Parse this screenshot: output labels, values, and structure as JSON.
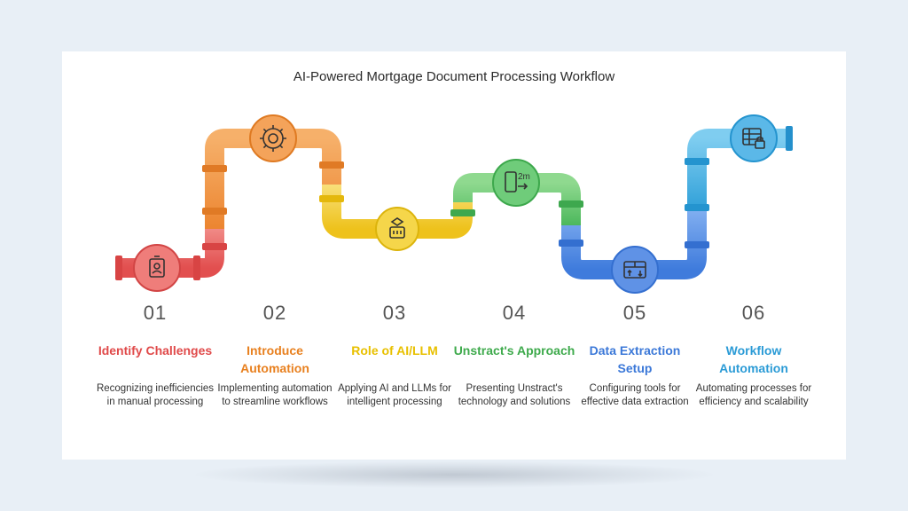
{
  "title": "AI-Powered Mortgage Document Processing Workflow",
  "colors": {
    "red": "#e85d5d",
    "orange": "#f0903a",
    "yellow": "#f2cf2a",
    "green": "#5ac26a",
    "blue": "#4a86e0",
    "cyan": "#3aa6dc"
  },
  "steps": [
    {
      "num": "01",
      "title": "Identify Challenges",
      "desc": "Recognizing inefficiencies in manual processing",
      "color": "#e04a4a",
      "icon": "id-badge-icon"
    },
    {
      "num": "02",
      "title": "Introduce Automation",
      "desc": "Implementing automation to streamline workflows",
      "color": "#e8801f",
      "icon": "gear-megaphone-icon"
    },
    {
      "num": "03",
      "title": "Role of AI/LLM",
      "desc": "Applying AI and LLMs for intelligent processing",
      "color": "#e8c000",
      "icon": "ai-chip-icon"
    },
    {
      "num": "04",
      "title": "Unstract's Approach",
      "desc": "Presenting Unstract's technology and solutions",
      "color": "#3eaa4c",
      "icon": "mobile-transfer-icon"
    },
    {
      "num": "05",
      "title": "Data Extraction Setup",
      "desc": "Configuring tools for effective data extraction",
      "color": "#3b78d8",
      "icon": "data-extraction-icon"
    },
    {
      "num": "06",
      "title": "Workflow Automation",
      "desc": "Automating processes for efficiency and scalability",
      "color": "#2b9bd6",
      "icon": "secure-table-icon"
    }
  ]
}
